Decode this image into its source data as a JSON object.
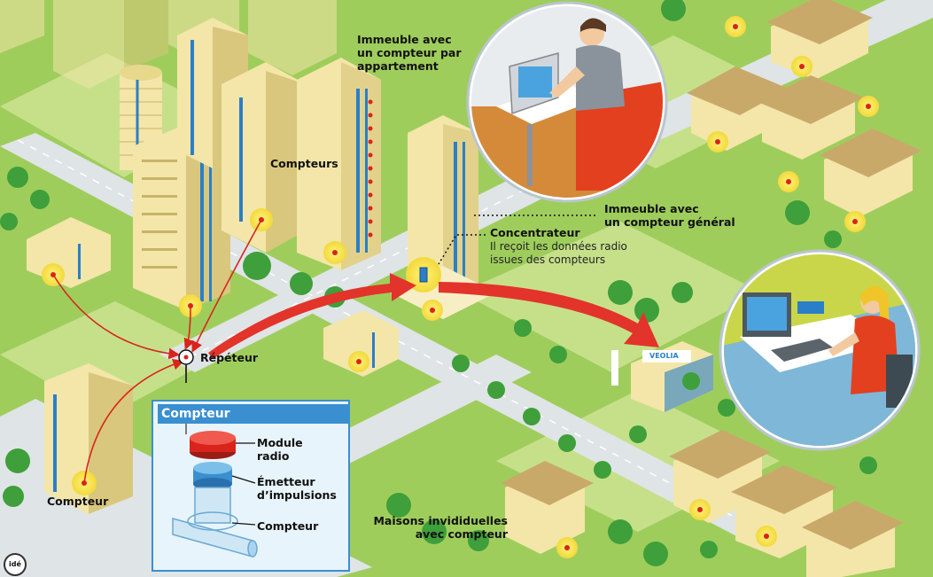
{
  "labels": {
    "immeuble_compteur_par_appartement": "Immeuble avec\nun compteur par\nappartement",
    "compteurs": "Compteurs",
    "immeuble_compteur_general": "Immeuble avec\nun compteur général",
    "concentrateur_title": "Concentrateur",
    "concentrateur_desc": "Il reçoit les données radio\nissues des compteurs",
    "repeteur": "Répéteur",
    "compteur_bottom": "Compteur",
    "maisons": "Maisons invididuelles\navec compteur",
    "veolia_sign": "VEOLIA"
  },
  "legend": {
    "title": "Compteur",
    "module_radio": "Module\nradio",
    "emetteur": "Émetteur\nd’impulsions",
    "compteur": "Compteur"
  },
  "credit": "idé",
  "colors": {
    "grass": "#9fcd5c",
    "grass_light": "#c6e08a",
    "road": "#dfe4e6",
    "building": "#f3e6a8",
    "building_shadow": "#d9c77d",
    "water_pipe": "#2a7fc8",
    "meter_glow": "#f4e04a",
    "signal_red": "#d9241c",
    "legend_blue": "#3a8fd0",
    "roof": "#c9a96a"
  }
}
